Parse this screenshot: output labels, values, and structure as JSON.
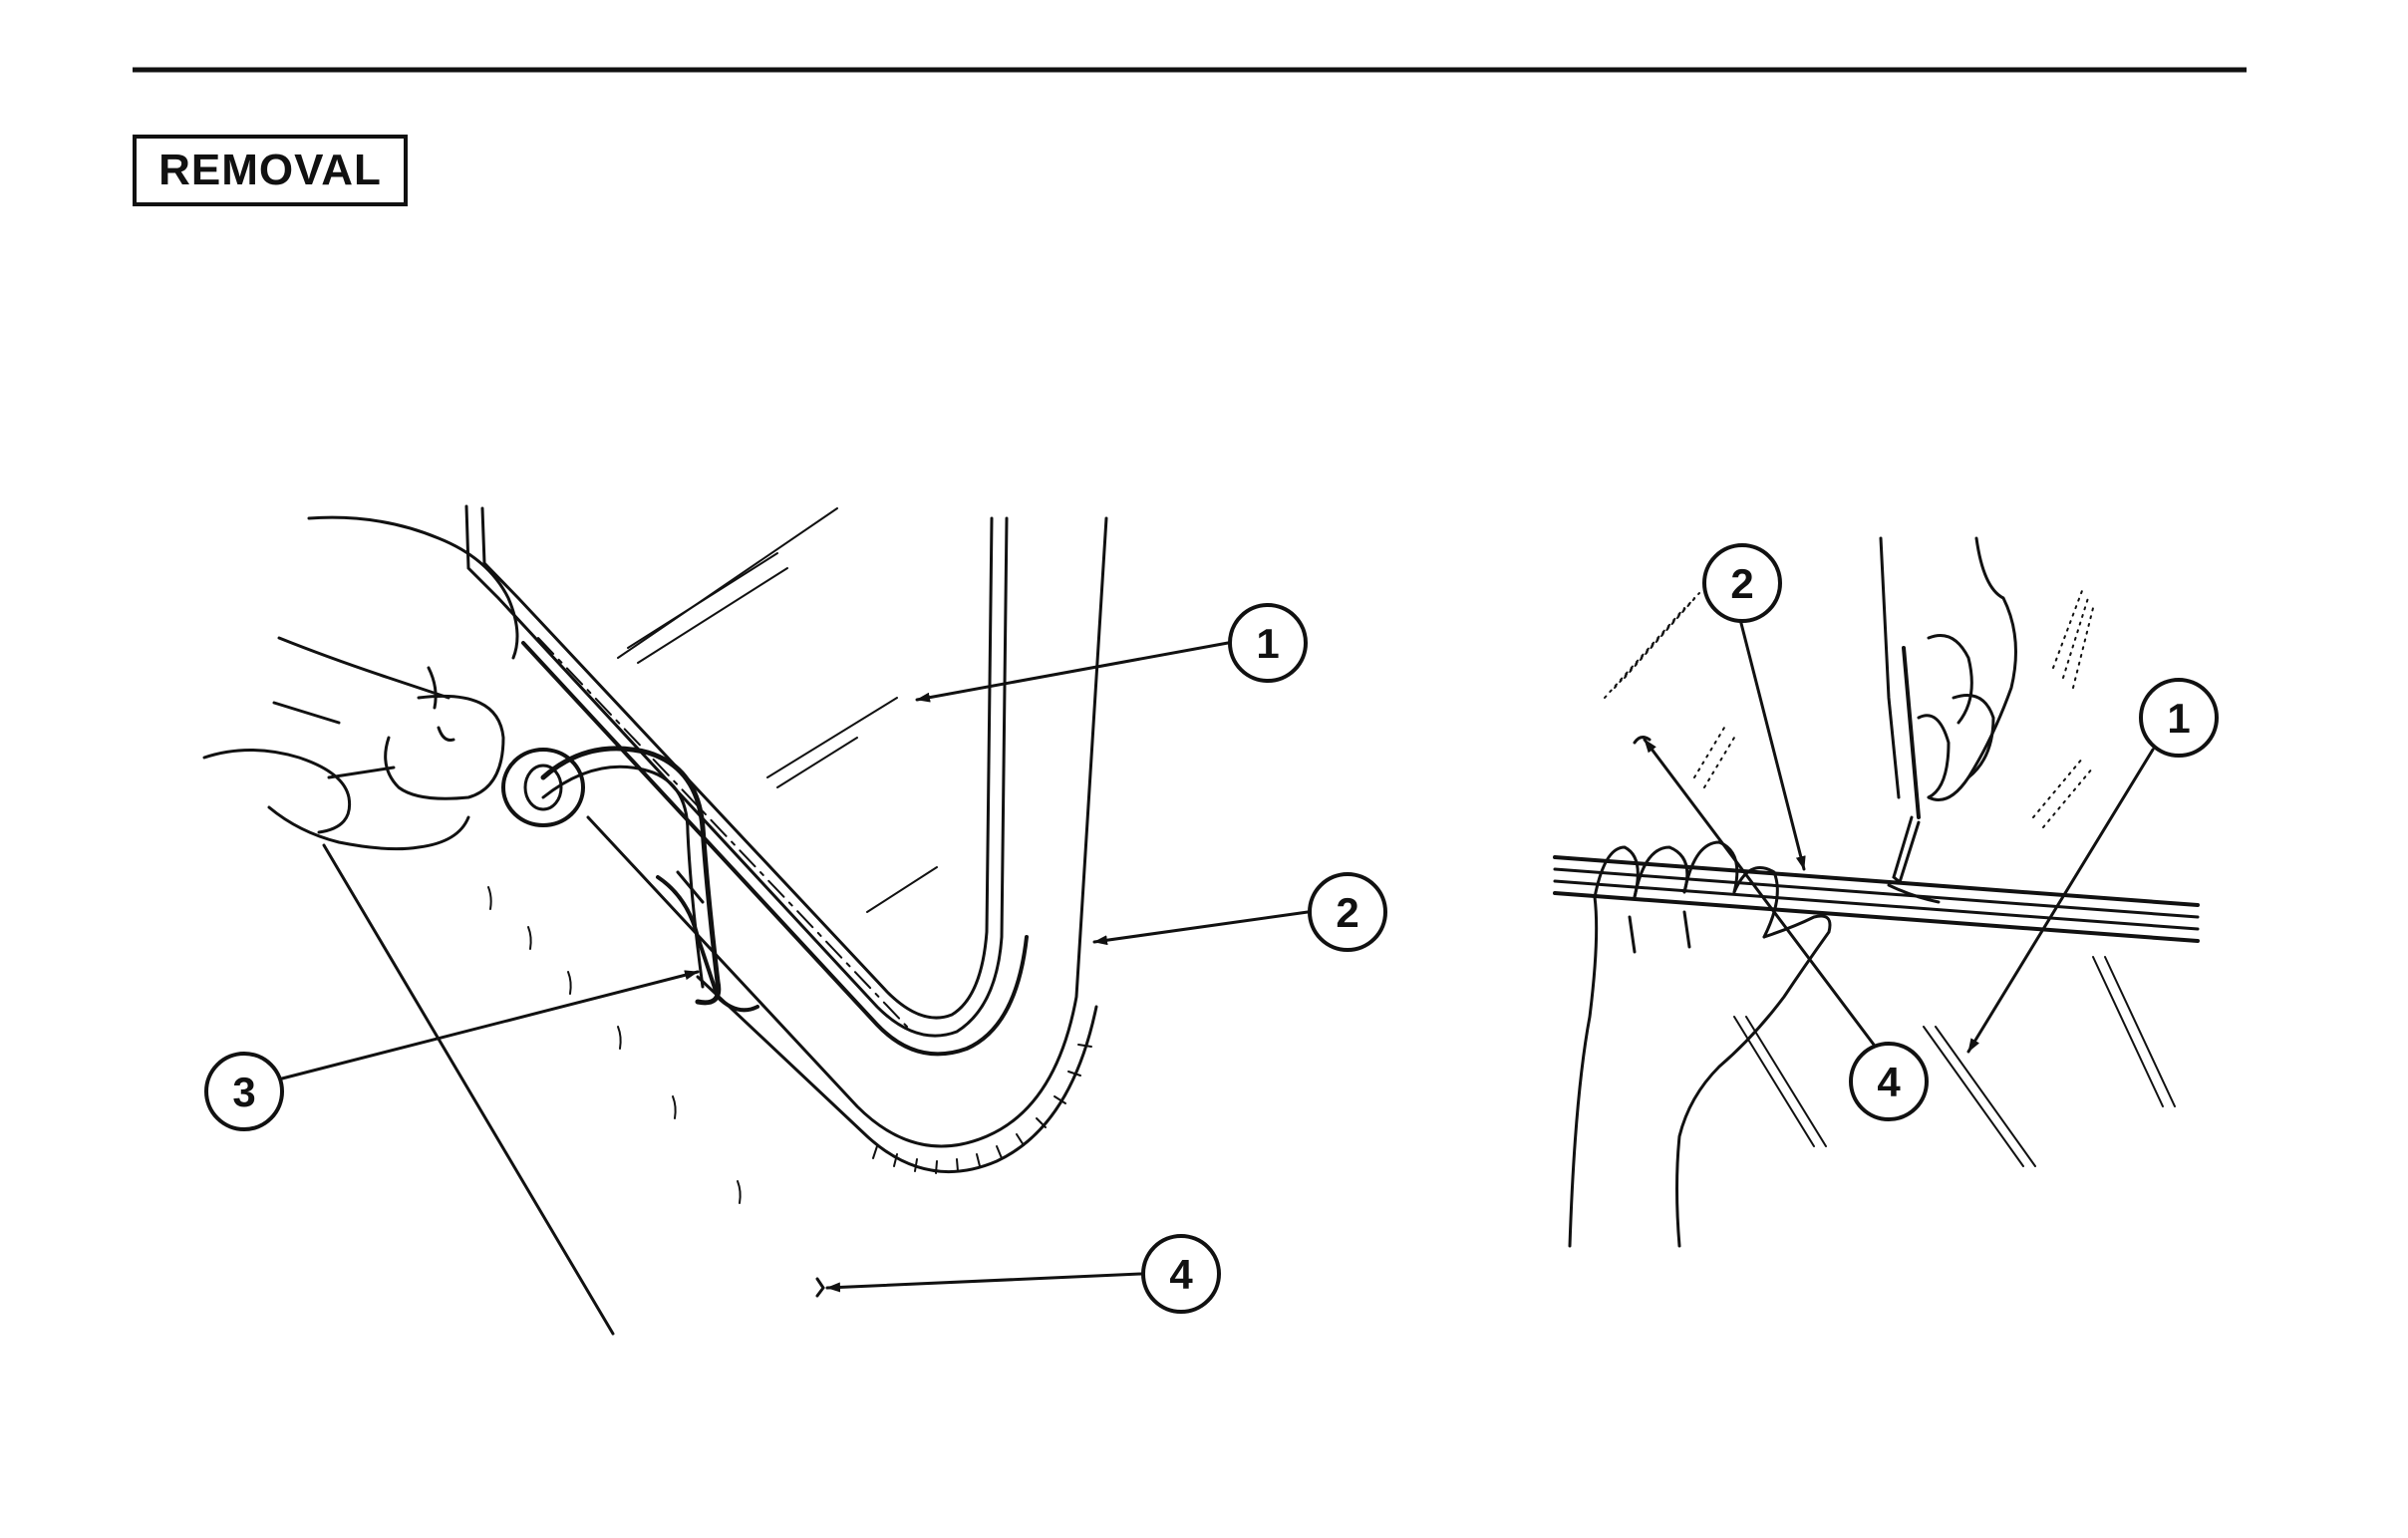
{
  "header": {
    "section_label": "REMOVAL"
  },
  "figure_left": {
    "callouts": [
      "1",
      "2",
      "3",
      "4"
    ]
  },
  "figure_right": {
    "callouts": [
      "2",
      "1",
      "4"
    ]
  },
  "colors": {
    "ink": "#111111",
    "paper": "#ffffff"
  }
}
